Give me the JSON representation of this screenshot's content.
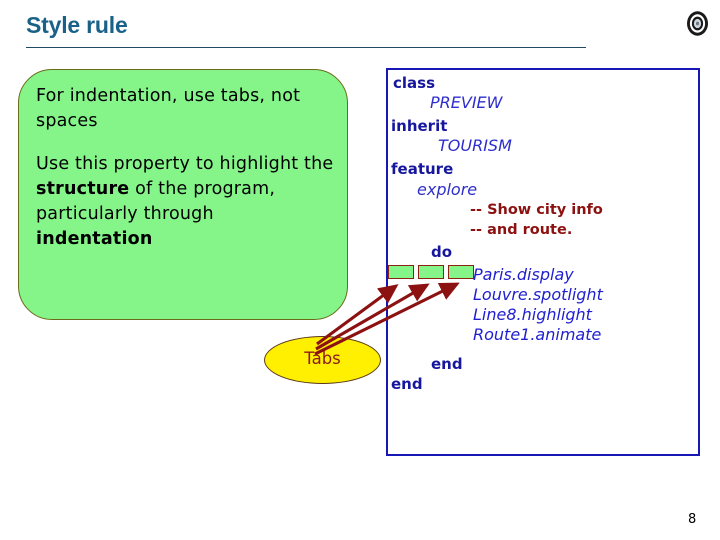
{
  "slide": {
    "title": "Style rule",
    "page_number": "8",
    "icon": "disc-icon",
    "accent_title_color": "#1a6189",
    "rule_color": "#204a63"
  },
  "callout": {
    "background_color": "#85f58a",
    "border_color": "#6b6a18",
    "paragraphs": [
      {
        "id": "para-1",
        "runs": [
          {
            "text": "For indentation, use tabs, not spaces",
            "bold": false
          }
        ]
      },
      {
        "id": "para-2",
        "runs": [
          {
            "text": "Use this property to highlight the ",
            "bold": false
          },
          {
            "text": "structure",
            "bold": true
          },
          {
            "text": " of the program, particularly through ",
            "bold": false
          },
          {
            "text": "indentation",
            "bold": true
          }
        ]
      }
    ]
  },
  "tabs_callout": {
    "label": "Tabs",
    "fill_color": "#ffef00",
    "text_color": "#8c1a1a",
    "border_color": "#5c3a16",
    "arrow_color": "#8c1111",
    "arrow_count": 3
  },
  "code_box": {
    "border_color": "#1717b5",
    "keyword_color": "#17179e",
    "identifier_color": "#2e2ecc",
    "comment_color": "#8c1111",
    "call_color": "#1f1fd0",
    "tab_marker_fill": "#85f58a",
    "tab_marker_border": "#8c2211",
    "lines": [
      {
        "id": "l1",
        "kind": "keyword",
        "text": "class"
      },
      {
        "id": "l2",
        "kind": "identifier",
        "text": "PREVIEW"
      },
      {
        "id": "l3",
        "kind": "keyword",
        "text": "inherit"
      },
      {
        "id": "l4",
        "kind": "identifier",
        "text": "TOURISM"
      },
      {
        "id": "l5",
        "kind": "keyword",
        "text": "feature"
      },
      {
        "id": "l6",
        "kind": "identifier",
        "text": "explore"
      },
      {
        "id": "l7",
        "kind": "comment",
        "text": "-- Show city info"
      },
      {
        "id": "l8",
        "kind": "comment",
        "text": "-- and route."
      },
      {
        "id": "l9",
        "kind": "keyword",
        "text": "do"
      },
      {
        "id": "l10",
        "kind": "call",
        "text": "Paris.display"
      },
      {
        "id": "l11",
        "kind": "call",
        "text": "Louvre.spotlight"
      },
      {
        "id": "l12",
        "kind": "call",
        "text": "Line8.highlight"
      },
      {
        "id": "l13",
        "kind": "call",
        "text": "Route1.animate"
      },
      {
        "id": "l14",
        "kind": "keyword",
        "text": "end"
      },
      {
        "id": "l15",
        "kind": "keyword",
        "text": "end"
      }
    ],
    "tab_markers": [
      "tab-marker-1",
      "tab-marker-2",
      "tab-marker-3"
    ]
  }
}
